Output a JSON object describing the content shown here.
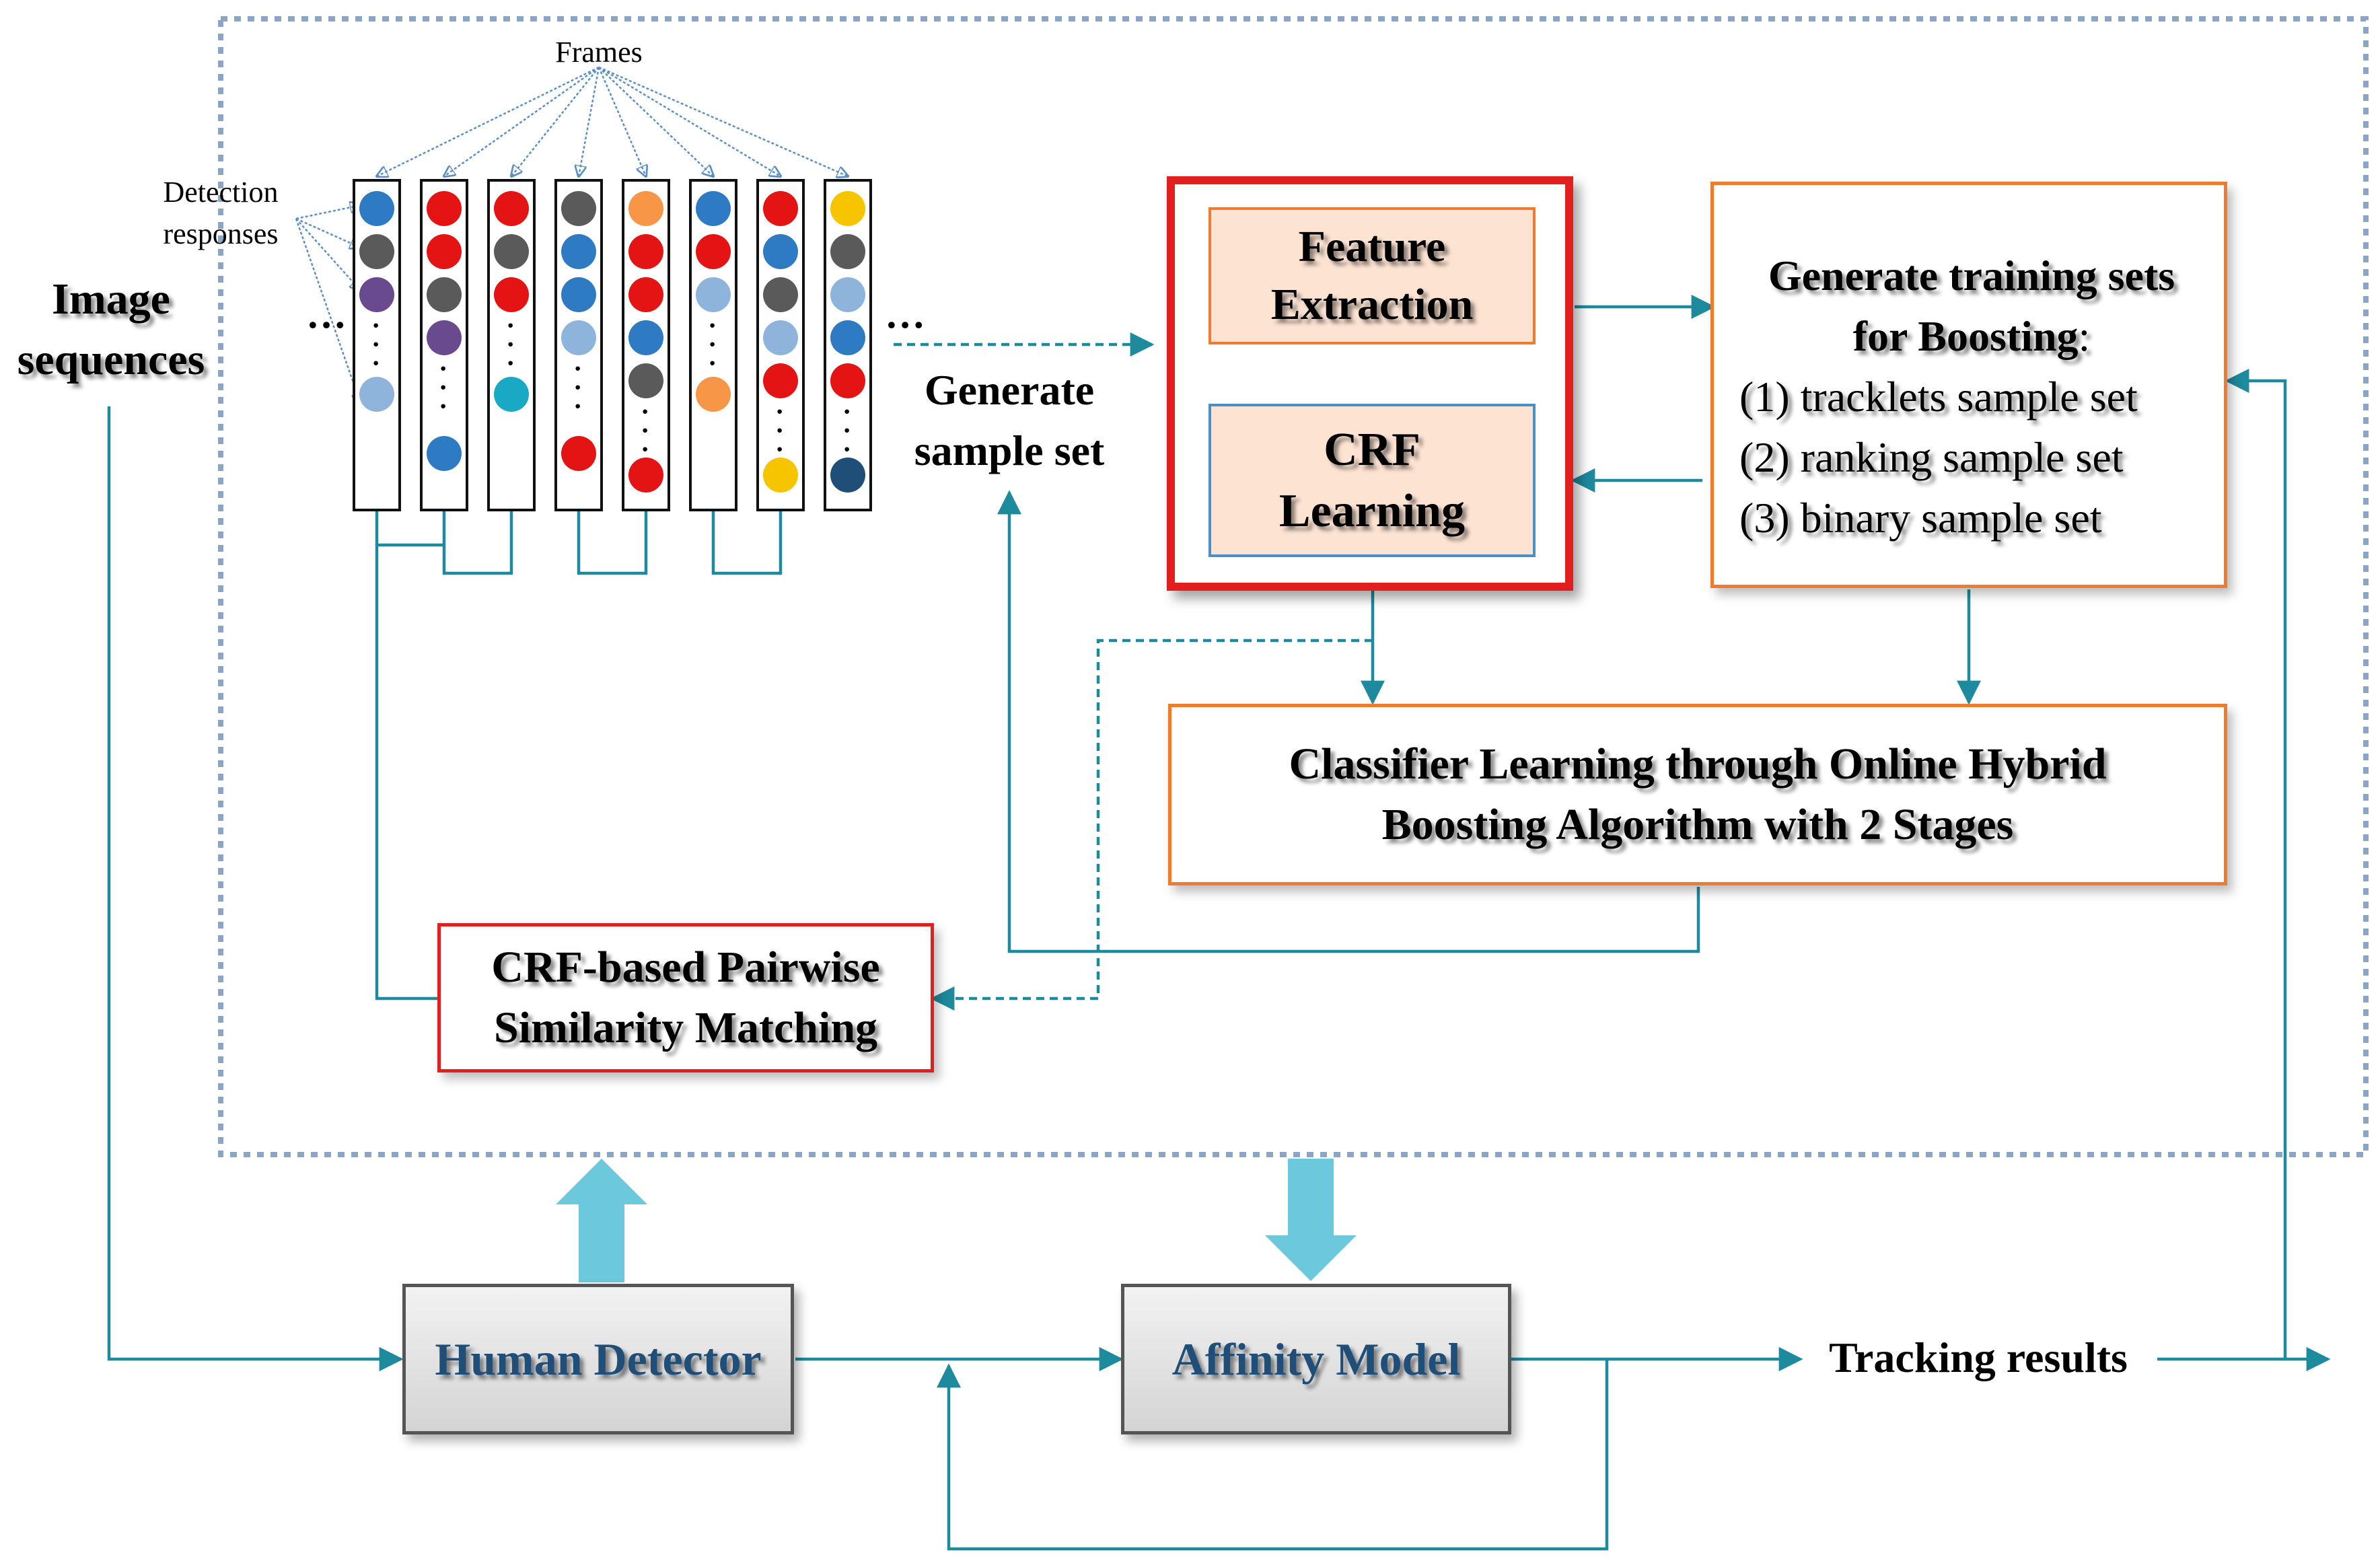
{
  "labels": {
    "frames": "Frames",
    "detection": "Detection",
    "responses": "responses",
    "image": "Image",
    "sequences": "sequences",
    "generate": "Generate",
    "sample_set": "sample set",
    "ellipsis": "…",
    "ellipsis2": "…"
  },
  "crf_group": {
    "feature_line1": "Feature",
    "feature_line2": "Extraction",
    "crf_line1": "CRF",
    "crf_line2": "Learning"
  },
  "training_box": {
    "title_line1": "Generate training sets",
    "title_line2": "for Boosting",
    "title_colon": ":",
    "items": [
      "(1) tracklets sample set",
      "(2) ranking sample set",
      "(3) binary sample set"
    ]
  },
  "classifier_box": {
    "line1": "Classifier Learning through Online Hybrid",
    "line2": "Boosting Algorithm with 2 Stages"
  },
  "matching_box": {
    "line1": "CRF-based Pairwise",
    "line2": "Similarity Matching"
  },
  "bottom": {
    "human_detector": "Human Detector",
    "affinity_model": "Affinity Model",
    "tracking_results": "Tracking results"
  },
  "frames_columns": [
    [
      "blue",
      "dark",
      "purple",
      "lightblue"
    ],
    [
      "red",
      "red",
      "dark",
      "purple",
      "blue"
    ],
    [
      "red",
      "dark",
      "red",
      "teal"
    ],
    [
      "dark",
      "blue",
      "blue",
      "lightblue",
      "red"
    ],
    [
      "orange",
      "red",
      "red",
      "blue",
      "dark",
      "red"
    ],
    [
      "blue",
      "red",
      "lightblue",
      "orange"
    ],
    [
      "red",
      "blue",
      "dark",
      "lightblue",
      "red",
      "yellow"
    ],
    [
      "yellow",
      "dark",
      "lightblue",
      "blue",
      "red",
      "navy"
    ]
  ],
  "colors": {
    "blue": "#2e7bc4",
    "dark": "#5a5a5a",
    "purple": "#6a4a8e",
    "lightblue": "#8fb4dc",
    "red": "#e41414",
    "teal": "#1aa9c4",
    "orange": "#f79646",
    "yellow": "#f7c400",
    "navy": "#1f4e79",
    "wire": "#1e8a9e",
    "thick_arrow": "#6cc8dc",
    "orange_border": "#f07b2c",
    "red_border": "#e31e1e"
  }
}
